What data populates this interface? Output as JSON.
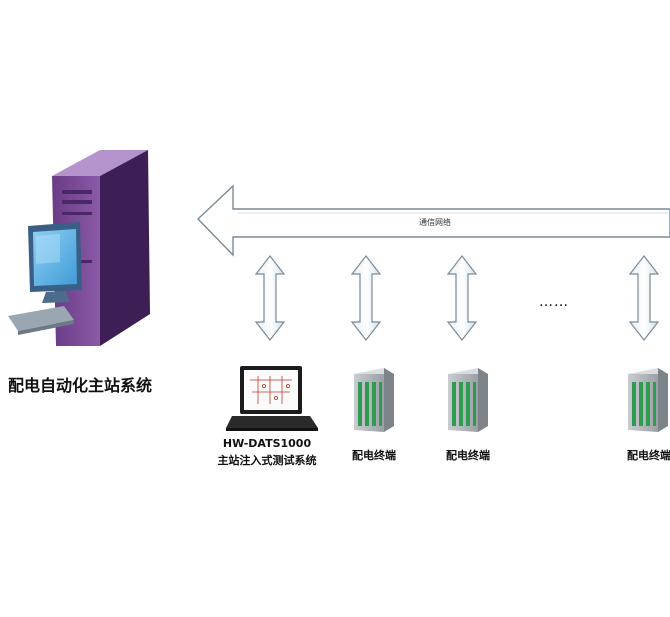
{
  "diagram": {
    "master_station": {
      "title": "配电自动化主站系统",
      "icon": "server-computer-icon"
    },
    "network": {
      "label": "通信网络",
      "icon": "left-arrow-icon"
    },
    "tester": {
      "name": "HW-DATS1000",
      "description": "主站注入式测试系统",
      "icon": "laptop-icon"
    },
    "terminals": [
      {
        "label": "配电终端",
        "icon": "terminal-cabinet-icon"
      },
      {
        "label": "配电终端",
        "icon": "terminal-cabinet-icon"
      },
      {
        "label": "配电终端",
        "icon": "terminal-cabinet-icon"
      }
    ],
    "ellipsis": "……",
    "colors": {
      "arrow_outline": "#7a8a96",
      "server_purple": "#6a3d8a",
      "monitor_blue": "#3d8fd0",
      "cabinet_green": "#2e9b4f"
    }
  }
}
